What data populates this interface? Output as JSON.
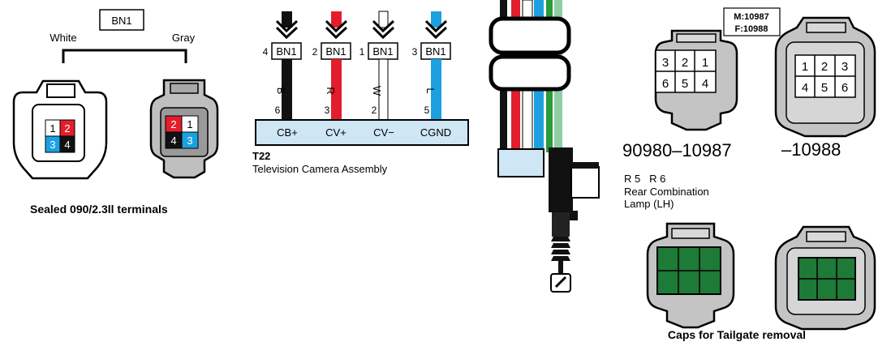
{
  "left_panel": {
    "harness_label": "BN1",
    "left_connector_color": "White",
    "right_connector_color": "Gray",
    "white_connector_pins": [
      "1",
      "2",
      "3",
      "4"
    ],
    "gray_connector_pins": [
      "2",
      "1",
      "4",
      "3"
    ],
    "caption": "Sealed 090/2.3ll terminals"
  },
  "camera_panel": {
    "wires": [
      {
        "pin": "4",
        "connector": "BN1",
        "wire_code": "B",
        "component_pin": "6",
        "signal": "CB+",
        "color": "#111111"
      },
      {
        "pin": "2",
        "connector": "BN1",
        "wire_code": "R",
        "component_pin": "3",
        "signal": "CV+",
        "color": "#e41d2d"
      },
      {
        "pin": "1",
        "connector": "BN1",
        "wire_code": "W",
        "component_pin": "2",
        "signal": "CV−",
        "color": "#ffffff"
      },
      {
        "pin": "3",
        "connector": "BN1",
        "wire_code": "L",
        "component_pin": "5",
        "signal": "CGND",
        "color": "#1ba1e2"
      }
    ],
    "component_id": "T22",
    "component_name": "Television Camera Assembly"
  },
  "harness_panel": {
    "wire_colors": [
      "#111111",
      "#e41d2d",
      "#ffffff",
      "#1ba1e2",
      "#2a9a3a",
      "#8fcfa3"
    ]
  },
  "right_panel": {
    "part_numbers_box": [
      "M:10987",
      "F:10988"
    ],
    "male_connector_pins": [
      "3",
      "2",
      "1",
      "6",
      "5",
      "4"
    ],
    "female_connector_pins": [
      "1",
      "2",
      "3",
      "4",
      "5",
      "6"
    ],
    "male_part_number": "90980–10987",
    "female_part_number": "–10988",
    "refs": "R 5   R 6",
    "lamp_line1": "Rear Combination",
    "lamp_line2": "Lamp (LH)",
    "caps_caption": "Caps for Tailgate removal",
    "cap_color": "#1e7a37"
  }
}
